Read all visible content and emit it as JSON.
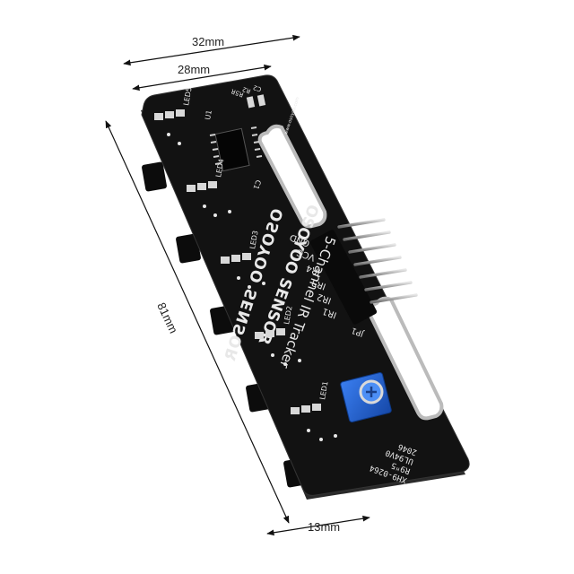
{
  "dimensions": {
    "top_outer": "32mm",
    "top_inner": "28mm",
    "left_length": "81mm",
    "bottom_width": "13mm"
  },
  "board": {
    "brand": "OSOYOO SENSOR",
    "subtitle": "5-Channel IR Tracker",
    "pins": [
      "GND",
      "VCC",
      "IR4",
      "IR3",
      "IR2",
      "IR1"
    ],
    "pin_header_label": "JP1",
    "leds": [
      "LED1",
      "LED2",
      "LED3",
      "LED4",
      "LED5"
    ],
    "marking_lines": [
      "XH9-0264",
      "R9ᴴ5",
      "UL94V0",
      "2046"
    ],
    "chip_label": "U1",
    "cap_label": "C1",
    "top_small": [
      "R5R",
      "R2",
      "C2"
    ],
    "edge_text": "www.osoyoo.com",
    "colors": {
      "pcb": "#121212",
      "silkscreen": "#e8e8e8",
      "potentiometer": "#1e5fd0",
      "header_pins": "#b8b8b8",
      "background": "#ffffff"
    }
  }
}
